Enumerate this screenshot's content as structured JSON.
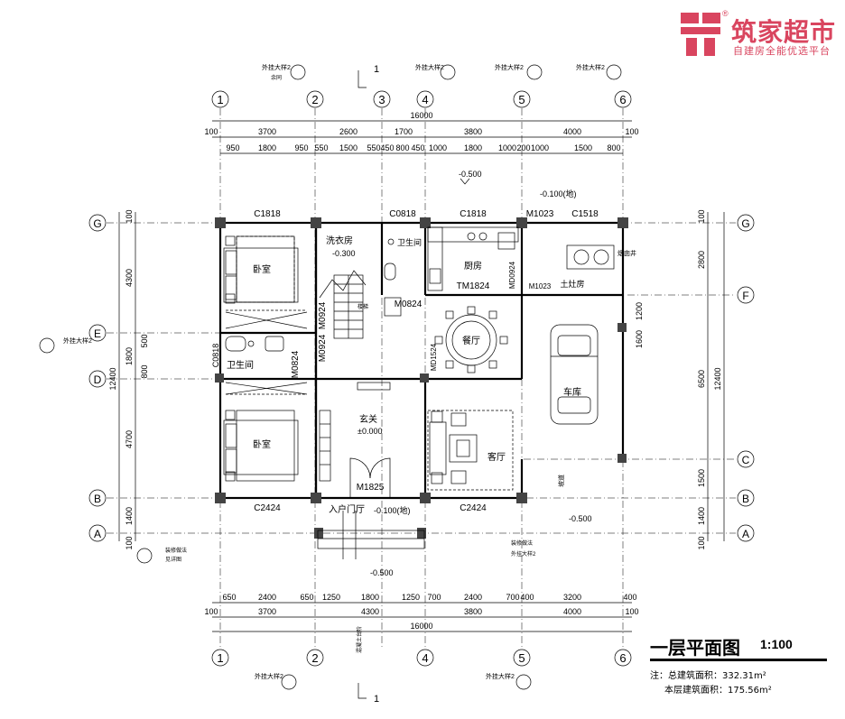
{
  "brand": {
    "name": "筑家超市",
    "slogan": "自建房全能优选平台",
    "registered_mark": "®",
    "color": "#d9455f"
  },
  "drawing": {
    "title": "一层平面图",
    "scale": "1:100",
    "notes": [
      "注：总建筑面积：332.31m²",
      "本层建筑面积：175.56m²"
    ],
    "section_mark": "1",
    "axes_vertical": [
      "1",
      "2",
      "3",
      "4",
      "5",
      "6"
    ],
    "axes_horizontal": [
      "A",
      "B",
      "C",
      "D",
      "E",
      "F",
      "G"
    ],
    "dims_top_total": "16000",
    "dims_top_bays": [
      "100",
      "3700",
      "2600",
      "1700",
      "3800",
      "4000",
      "100"
    ],
    "dims_top_detail": [
      "950",
      "1800",
      "950",
      "550",
      "1500",
      "550",
      "450",
      "800",
      "450",
      "1000",
      "1800",
      "1000",
      "200",
      "1000",
      "1500",
      "800"
    ],
    "dims_bottom_total": "16000",
    "dims_bottom_bays": [
      "100",
      "3700",
      "4300",
      "3800",
      "4000",
      "100"
    ],
    "dims_bottom_detail": [
      "650",
      "2400",
      "650",
      "1250",
      "1800",
      "1250",
      "700",
      "2400",
      "700",
      "400",
      "3200",
      "400"
    ],
    "dims_left": [
      "100",
      "4300",
      "500",
      "800",
      "1800",
      "12400",
      "4700",
      "1400",
      "100"
    ],
    "dims_right": [
      "100",
      "2800",
      "1200",
      "1600",
      "6500",
      "12400",
      "1500",
      "1400",
      "100"
    ],
    "rooms": [
      {
        "name": "卧室"
      },
      {
        "name": "洗衣房"
      },
      {
        "name": "卫生间"
      },
      {
        "name": "厨房"
      },
      {
        "name": "土灶房"
      },
      {
        "name": "餐厅"
      },
      {
        "name": "卫生间"
      },
      {
        "name": "车库"
      },
      {
        "name": "玄关"
      },
      {
        "name": "卧室"
      },
      {
        "name": "客厅"
      },
      {
        "name": "入户门厅"
      }
    ],
    "openings": [
      "C1818",
      "C0818",
      "C1818",
      "M1023",
      "C1518",
      "TM1824",
      "MD0924",
      "M1023",
      "M0924",
      "M0824",
      "M0924",
      "M0824",
      "C0818",
      "MD1524",
      "M1825",
      "C2424",
      "C2424"
    ],
    "levels": [
      "-0.500",
      "-0.300",
      "±0.000",
      "-0.100(地)",
      "-0.500",
      "-0.100(地)",
      "-0.500"
    ],
    "misc_labels": [
      "外挂大样2",
      "余同",
      "烟囱井",
      "楼梯",
      "坡道",
      "装修做法",
      "见详图",
      "混凝土台阶"
    ]
  }
}
